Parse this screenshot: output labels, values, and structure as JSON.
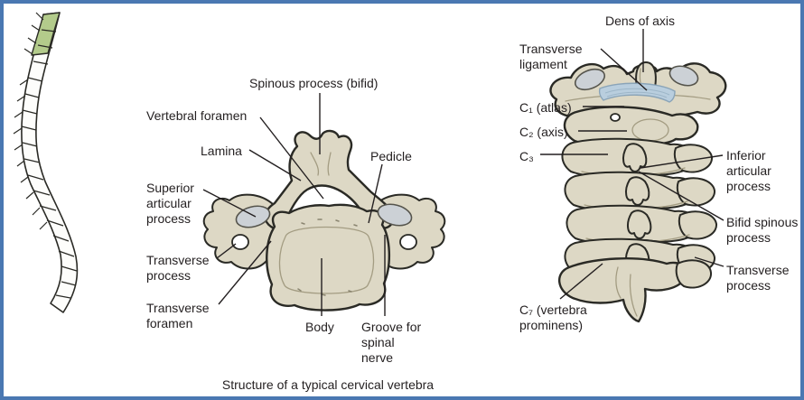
{
  "figure": {
    "caption": "Structure of a typical cervical vertebra",
    "colors": {
      "border": "#4a78b2",
      "background": "#ffffff",
      "bone": "#ddd8c5",
      "facet_cartilage": "#ccd1d6",
      "transverse_ligament": "#b9cede",
      "cervical_highlight": "#b3cb8b",
      "label_text": "#231f20"
    }
  },
  "spine_thumbnail": {
    "icon": "vertebral-column-lateral-icon"
  },
  "superior_view": {
    "labels": {
      "spinous_process": "Spinous process (bifid)",
      "vertebral_foramen": "Vertebral foramen",
      "lamina": "Lamina",
      "pedicle": "Pedicle",
      "superior_articular_process": "Superior articular process",
      "transverse_process": "Transverse process",
      "transverse_foramen": "Transverse foramen",
      "body": "Body",
      "groove_for_spinal_nerve": "Groove for spinal nerve"
    }
  },
  "lateral_view": {
    "labels": {
      "dens_of_axis": "Dens of axis",
      "transverse_ligament": "Transverse ligament",
      "c1": "C₁ (atlas)",
      "c2": "C₂ (axis)",
      "c3": "C₃",
      "inferior_articular_process": "Inferior articular process",
      "bifid_spinous_process": "Bifid spinous process",
      "transverse_process": "Transverse process",
      "c7": "C₇ (vertebra prominens)"
    }
  }
}
